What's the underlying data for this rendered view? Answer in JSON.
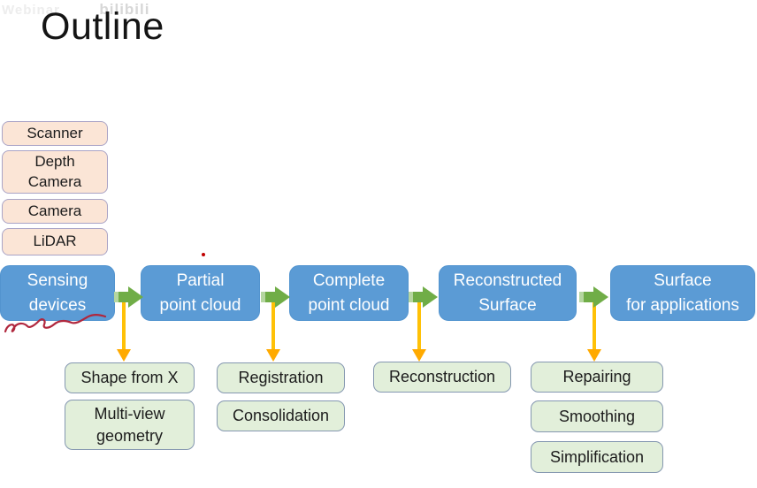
{
  "title": "Outline",
  "watermark": {
    "text": "Webinar",
    "logo": "bilibili"
  },
  "colors": {
    "pipeline_fill": "#5b9bd5",
    "pipeline_text": "#ffffff",
    "sensor_fill": "#fbe5d6",
    "sensor_border": "#aaa4c6",
    "method_fill": "#e2efda",
    "method_border": "#8497b0",
    "flow_arrow_green": "#70ad47",
    "flow_arrow_tail": "#b5d6a0",
    "down_arrow_yellow": "#ffc107",
    "down_arrow_head": "#ffaa00",
    "annotation_red": "#b0273d",
    "title_text": "#141414",
    "background": "#ffffff"
  },
  "sensors": [
    {
      "label": "Scanner"
    },
    {
      "label": "Depth\nCamera"
    },
    {
      "label": "Camera"
    },
    {
      "label": "LiDAR"
    }
  ],
  "pipeline": [
    {
      "label": "Sensing\ndevices"
    },
    {
      "label": "Partial\npoint cloud"
    },
    {
      "label": "Complete\npoint cloud"
    },
    {
      "label": "Reconstructed\nSurface"
    },
    {
      "label": "Surface\nfor applications"
    }
  ],
  "methods": [
    {
      "label": "Shape from X"
    },
    {
      "label": "Multi-view\ngeometry"
    },
    {
      "label": "Registration"
    },
    {
      "label": "Consolidation"
    },
    {
      "label": "Reconstruction"
    },
    {
      "label": "Repairing"
    },
    {
      "label": "Smoothing"
    },
    {
      "label": "Simplification"
    }
  ]
}
